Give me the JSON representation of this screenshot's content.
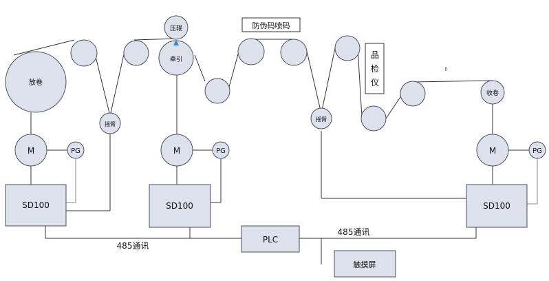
{
  "labels": {
    "unwind": "放卷",
    "rewind": "收卷",
    "pressure_roller": "压辊",
    "traction": "牵引",
    "dancer_left": "摇臂",
    "dancer_right": "摇臂",
    "motor_1": "M",
    "motor_2": "M",
    "motor_3": "M",
    "pg_1": "PG",
    "pg_2": "PG",
    "pg_3": "PG",
    "drive_1": "SD100",
    "drive_2": "SD100",
    "drive_3": "SD100",
    "plc": "PLC",
    "touch_screen": "触摸屏",
    "comm_left": "485通讯",
    "comm_right": "485通讯",
    "anti_counterfeit": "防伪码喷码",
    "inspection_1": "品",
    "inspection_2": "检",
    "inspection_3": "仪"
  },
  "colors": {
    "component_fill": "#dde1ec",
    "line": "#333333",
    "accent_triangle": "#4a78c8"
  }
}
